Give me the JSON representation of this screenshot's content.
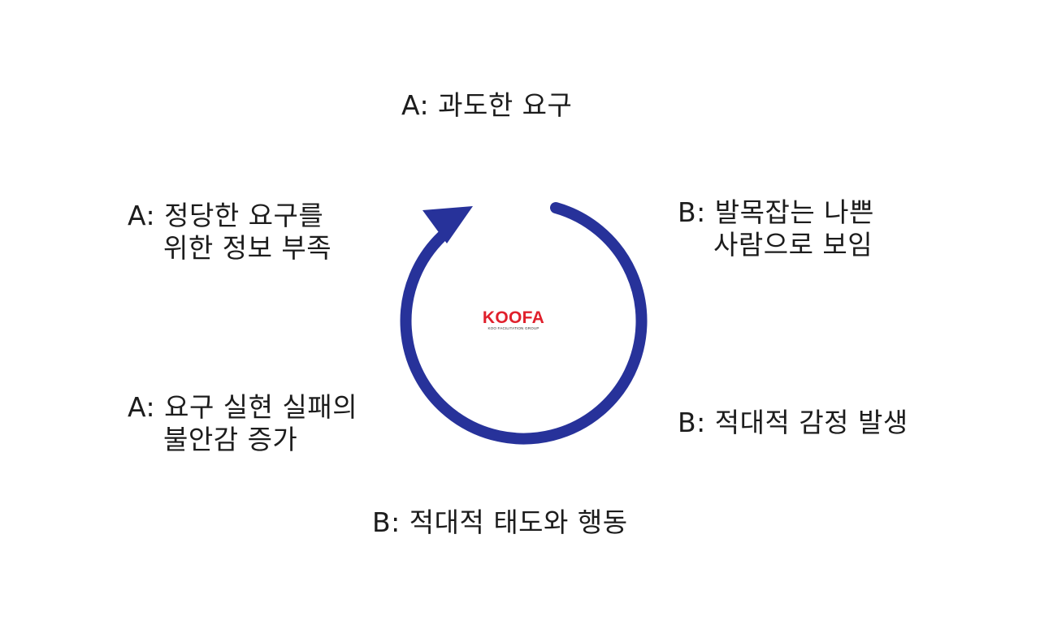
{
  "diagram": {
    "colors": {
      "cycle_arrow": "#27329a",
      "logo_red": "#e0202c",
      "text": "#1c1c1c"
    },
    "steps": [
      {
        "id": "top",
        "lines": [
          "A: 과도한 요구"
        ]
      },
      {
        "id": "upper-right",
        "lines": [
          "B: 발목잡는 나쁜",
          "사람으로 보임"
        ]
      },
      {
        "id": "lower-right",
        "lines": [
          "B: 적대적 감정 발생"
        ]
      },
      {
        "id": "bottom",
        "lines": [
          "B: 적대적 태도와 행동"
        ]
      },
      {
        "id": "lower-left",
        "lines": [
          "A: 요구 실현 실패의",
          "불안감 증가"
        ]
      },
      {
        "id": "upper-left",
        "lines": [
          "A: 정당한 요구를",
          "위한 정보 부족"
        ]
      }
    ],
    "logo": {
      "name": "KOOFA",
      "tagline": "KOO FACILITATION GROUP"
    }
  }
}
